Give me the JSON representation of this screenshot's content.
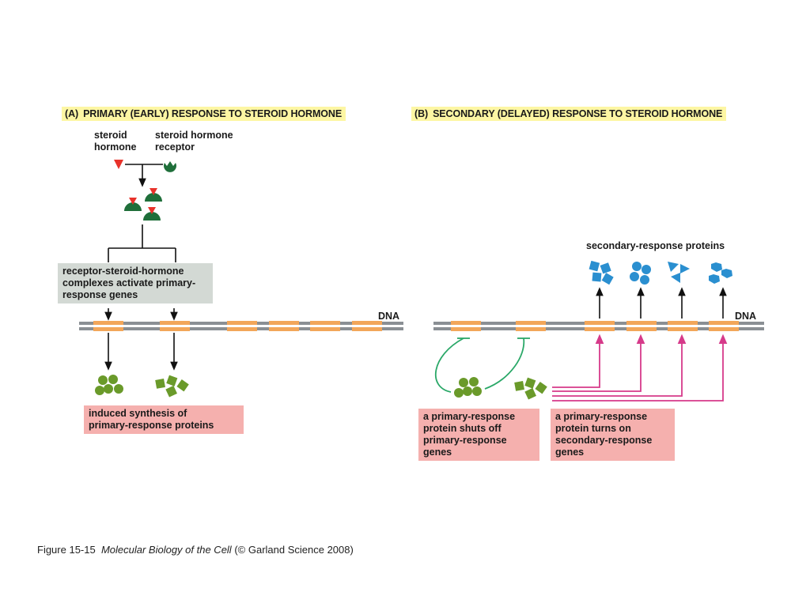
{
  "panel_a": {
    "letter": "(A)",
    "title": "PRIMARY (EARLY) RESPONSE TO STEROID HORMONE",
    "hormone_label_1": "steroid",
    "hormone_label_2": "hormone",
    "receptor_label_1": "steroid hormone",
    "receptor_label_2": "receptor",
    "complex_box": [
      "receptor-steroid-hormone",
      "complexes activate primary-",
      "response genes"
    ],
    "dna_label": "DNA",
    "result_box": [
      "induced synthesis of",
      "primary-response proteins"
    ]
  },
  "panel_b": {
    "letter": "(B)",
    "title": "SECONDARY (DELAYED) RESPONSE TO STEROID HORMONE",
    "proteins_label": "secondary-response proteins",
    "dna_label": "DNA",
    "shutoff_box": [
      "a primary-response",
      "protein shuts off",
      "primary-response",
      "genes"
    ],
    "turnon_box": [
      "a primary-response",
      "protein turns on",
      "secondary-response",
      "genes"
    ]
  },
  "caption": {
    "figure": "Figure 15-15",
    "book": "Molecular Biology of the Cell",
    "credit": "(© Garland Science 2008)"
  },
  "colors": {
    "title_highlight": "#fdf6a3",
    "gray_box": "#d3d9d4",
    "pink_box": "#f5b0ae",
    "dna_strand": "#8a8f94",
    "gene": "#f2a65a",
    "hormone": "#e8322a",
    "receptor": "#1f6f3a",
    "primary_protein": "#6a9a2a",
    "secondary_protein": "#2a8fd0",
    "inhibition": "#2aa868",
    "activation": "#d63a8a"
  }
}
